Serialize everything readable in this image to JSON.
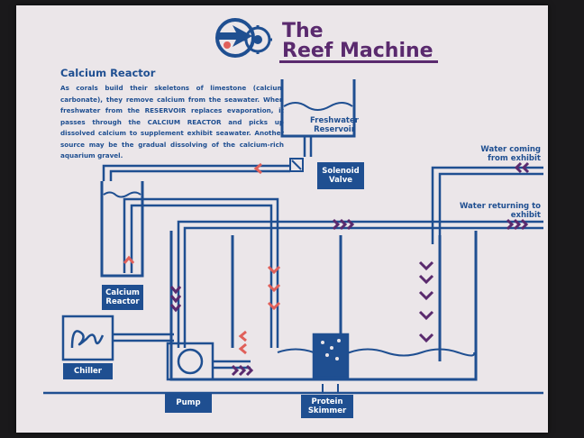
{
  "title": {
    "line1": "The",
    "line2": "Reef Machine"
  },
  "section": {
    "heading": "Calcium Reactor",
    "body": "As corals build their skeletons of limestone (calcium carbonate), they remove calcium from the seawater. When freshwater from the RESERVOIR replaces evaporation, it passes through the CALCIUM REACTOR and picks up dissolved calcium to supplement exhibit seawater. Another source may be the gradual dissolving of the calcium-rich aquarium gravel."
  },
  "labels": {
    "reservoir": "Freshwater Reservoir",
    "solenoid": "Solenoid Valve",
    "reactor": "Calcium Reactor",
    "chiller": "Chiller",
    "pump": "Pump",
    "skimmer": "Protein Skimmer",
    "water_coming": "Water coming from exhibit",
    "water_returning": "Water returning to exhibit"
  },
  "colors": {
    "pipe": "#1f4f91",
    "title": "#5a2a6e",
    "flow_red": "#e0605a",
    "flow_purple": "#5a2a6e",
    "board": "#ebe6e9"
  },
  "icons": [
    "recycle-arrows-icon",
    "gear-icon"
  ]
}
